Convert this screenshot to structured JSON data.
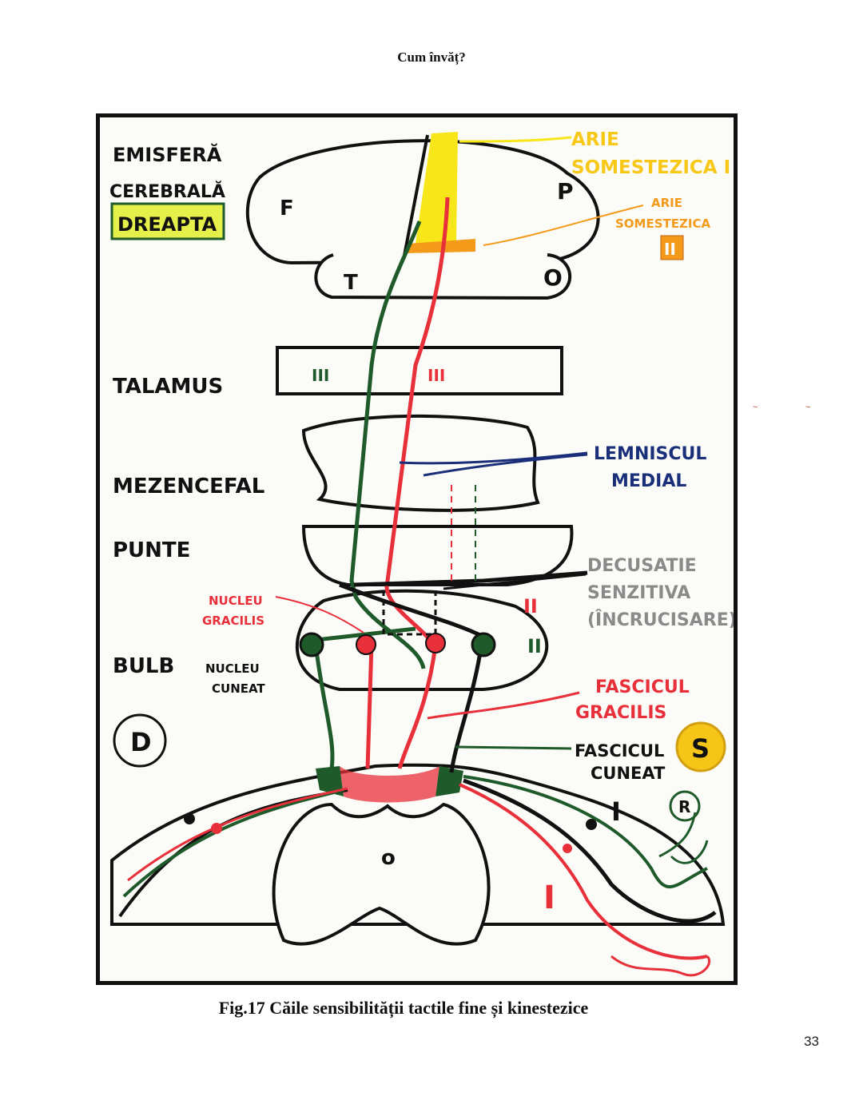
{
  "header": {
    "title": "Cum învăț?"
  },
  "figure": {
    "labels": {
      "hemisphere_line1": "EMISFERĂ",
      "hemisphere_line2": "CEREBRALĂ",
      "hemisphere_line3": "DREAPTA",
      "lobe_f": "F",
      "lobe_p": "P",
      "lobe_t": "T",
      "lobe_o": "O",
      "area1_line1": "ARIE",
      "area1_line2": "SOMESTEZICA I",
      "area2_line1": "ARIE",
      "area2_line2": "SOMESTEZICA",
      "area2_roman": "II",
      "thalamus": "TALAMUS",
      "thalamus_neuron_left": "III",
      "thalamus_neuron_right": "III",
      "mesencephalon": "MEZENCEFAL",
      "lemniscus_line1": "LEMNISCUL",
      "lemniscus_line2": "MEDIAL",
      "pons": "PUNTE",
      "decussation_line1": "DECUSATIE",
      "decussation_line2": "SENZITIVA",
      "decussation_line3": "(ÎNCRUCISARE)",
      "neuron2_upper": "II",
      "neuron2_lower": "II",
      "gracilis_nucleus_line1": "NUCLEU",
      "gracilis_nucleus_line2": "GRACILIS",
      "medulla": "BULB",
      "cuneate_nucleus_line1": "NUCLEU",
      "cuneate_nucleus_line2": "CUNEAT",
      "fasc_gracilis_line1": "FASCICUL",
      "fasc_gracilis_line2": "GRACILIS",
      "fasc_cuneat_line1": "FASCICUL",
      "fasc_cuneat_line2": "CUNEAT",
      "side_left": "D",
      "side_right": "S",
      "receptor": "R",
      "neuron1_black": "I",
      "neuron1_red": "I",
      "canal": "o"
    },
    "colors": {
      "green": "#1e5a2a",
      "red": "#e8303a",
      "blue": "#1a2f7a",
      "yellow": "#f7e61a",
      "orange": "#f39a1a",
      "outline": "#111111",
      "label_gray": "#8a8a8a"
    }
  },
  "caption": "Fig.17 Căile sensibilității tactile fine și kinestezice",
  "page_number": "33",
  "stray_marks": [
    "~",
    "~"
  ]
}
